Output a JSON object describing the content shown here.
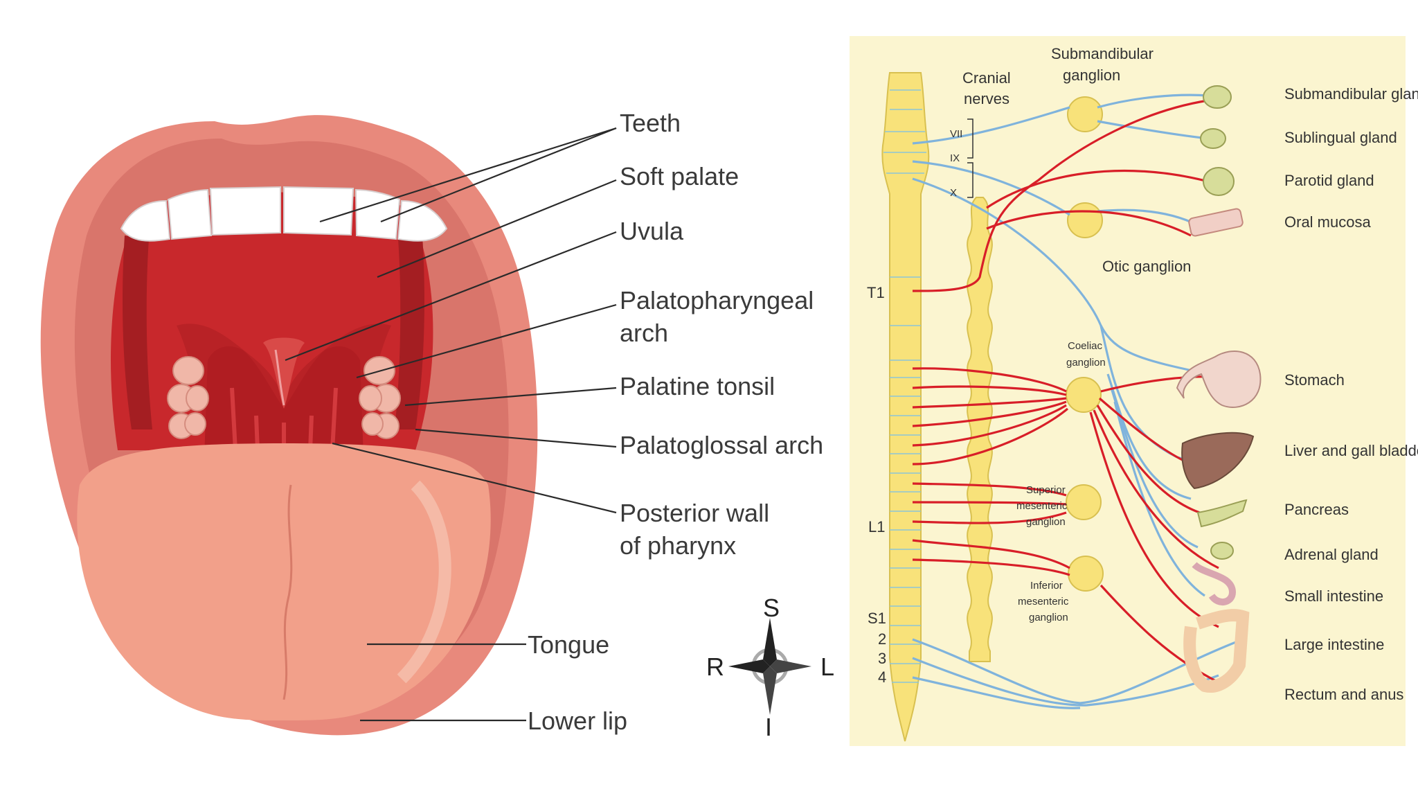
{
  "mouth_diagram": {
    "labels": {
      "teeth": "Teeth",
      "soft_palate": "Soft palate",
      "uvula": "Uvula",
      "palatopharyngeal_1": "Palatopharyngeal",
      "palatopharyngeal_2": "arch",
      "palatine_tonsil": "Palatine tonsil",
      "palatoglossal_arch": "Palatoglossal arch",
      "posterior_1": "Posterior wall",
      "posterior_2": "of  pharynx",
      "tongue": "Tongue",
      "lower_lip": "Lower lip"
    },
    "colors": {
      "lip": "#e8897c",
      "mouth": "#c8282c",
      "tongue": "#f2a08a",
      "teeth": "#ffffff",
      "tonsil": "#f0b7a8"
    }
  },
  "compass": {
    "superior": "S",
    "inferior": "I",
    "right": "R",
    "left": "L"
  },
  "nerve_diagram": {
    "colors": {
      "background": "#fbf5d0",
      "spinal_cord": "#f8e27a",
      "sympathetic": "#d81e28",
      "parasympathetic": "#7fb3dc",
      "ganglion": "#f8e27a"
    },
    "cranial_nerves_1": "Cranial",
    "cranial_nerves_2": "nerves",
    "cranial": [
      "VII",
      "IX",
      "X"
    ],
    "spinal_levels": {
      "t1": "T1",
      "l1": "L1",
      "s1": "S1",
      "s2": "2",
      "s3": "3",
      "s4": "4"
    },
    "ganglia": {
      "submandibular_1": "Submandibular",
      "submandibular_2": "ganglion",
      "otic": "Otic ganglion",
      "coeliac_1": "Coeliac",
      "coeliac_2": "ganglion",
      "sup_mes_1": "Superior",
      "sup_mes_2": "mesenteric",
      "sup_mes_3": "ganglion",
      "inf_mes_1": "Inferior",
      "inf_mes_2": "mesenteric",
      "inf_mes_3": "ganglion"
    },
    "organs": [
      "Submandibular gland",
      "Sublingual gland",
      "Parotid gland",
      "Oral mucosa",
      "Stomach",
      "Liver and gall bladder",
      "Pancreas",
      "Adrenal gland",
      "Small intestine",
      "Large intestine",
      "Rectum and anus"
    ]
  }
}
